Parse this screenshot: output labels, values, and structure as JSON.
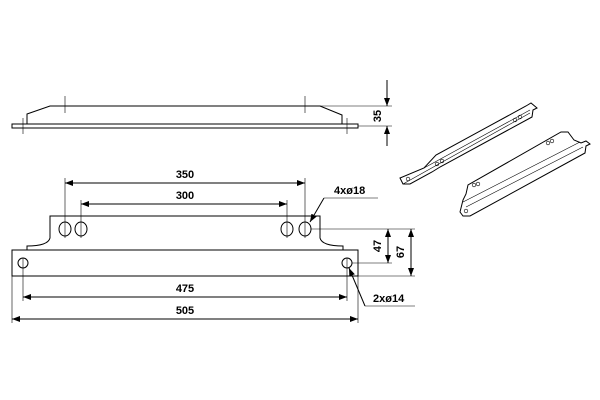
{
  "drawing": {
    "side_view": {
      "height_dim": "35"
    },
    "front_view": {
      "dim_outer_holes": "350",
      "dim_inner_holes": "300",
      "upper_holes_callout": "4xø18",
      "dim_47": "47",
      "dim_67": "67",
      "dim_lower_holes": "475",
      "dim_total_length": "505",
      "lower_holes_callout": "2xø14"
    }
  }
}
